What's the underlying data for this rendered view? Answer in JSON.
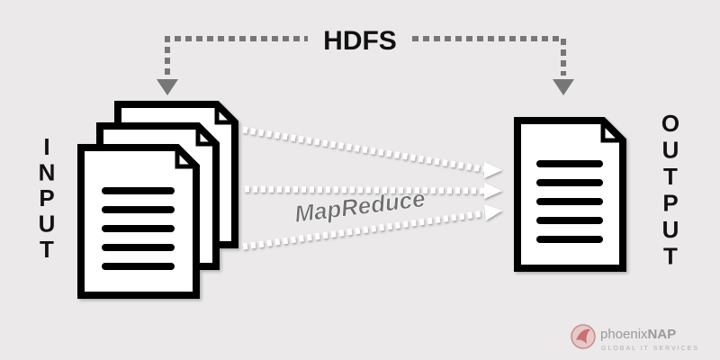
{
  "diagram": {
    "storage_label": "HDFS",
    "process_label": "MapReduce",
    "input_label": "INPUT",
    "output_label": "OUTPUT"
  },
  "brand": {
    "name_light": "phoenix",
    "name_bold": "NAP",
    "tagline": "GLOBAL IT SERVICES"
  },
  "colors": {
    "background": "#ebe9ea",
    "ink": "#111111",
    "dashed_connector": "#777777",
    "dotted_flow": "#ffffff",
    "mapreduce_text": "#6e6e6e"
  },
  "icons": [
    "document-stack-icon",
    "document-icon",
    "arrow-down-icon",
    "arrow-right-icon",
    "phoenixnap-logo-icon"
  ]
}
